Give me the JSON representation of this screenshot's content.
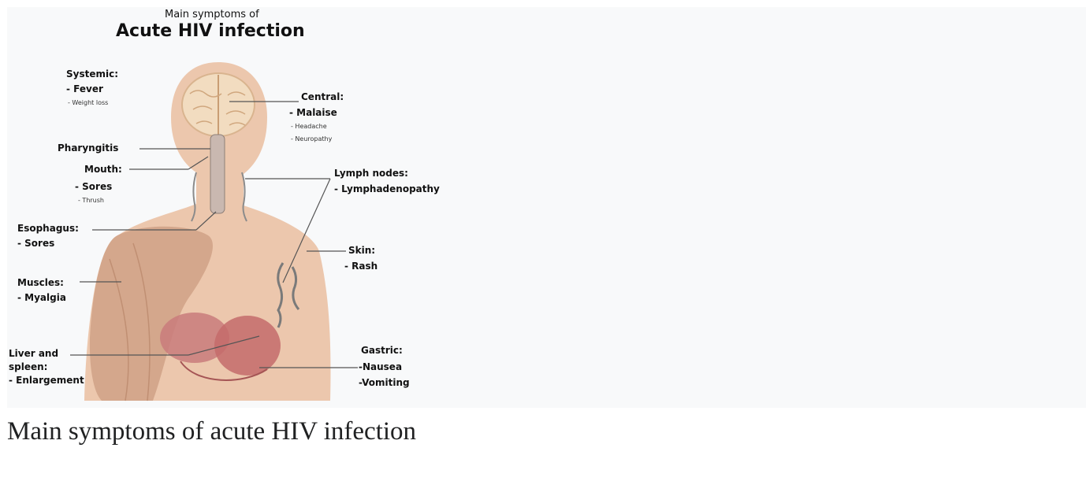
{
  "diagram": {
    "title_sub": "Main symptoms of",
    "title_main": "Acute HIV infection",
    "systemic": {
      "head": "Systemic:",
      "main": "- Fever",
      "minor": "- Weight loss"
    },
    "central": {
      "head": "Central:",
      "main": "- Malaise",
      "minor1": "- Headache",
      "minor2": "- Neuropathy"
    },
    "pharyngitis": {
      "head": "Pharyngitis"
    },
    "mouth": {
      "head": "Mouth:",
      "main": "- Sores",
      "minor": "- Thrush"
    },
    "lymph": {
      "head": "Lymph nodes:",
      "main": "- Lymphadenopathy"
    },
    "esophagus": {
      "head": "Esophagus:",
      "main": "- Sores"
    },
    "skin": {
      "head": "Skin:",
      "main": "- Rash"
    },
    "muscles": {
      "head": "Muscles:",
      "main": "- Myalgia"
    },
    "liver": {
      "head1": "Liver and",
      "head2": "spleen:",
      "main": "- Enlargement"
    },
    "gastric": {
      "head": "Gastric:",
      "main1": "-Nausea",
      "main2": "-Vomiting"
    }
  },
  "caption": "Main symptoms of acute HIV infection",
  "colors": {
    "skin": "#ecc7ad",
    "muscle": "#d4a78c",
    "brain": "#f2dcc0",
    "organ": "#c97b7b",
    "background": "#f8f9fa"
  }
}
